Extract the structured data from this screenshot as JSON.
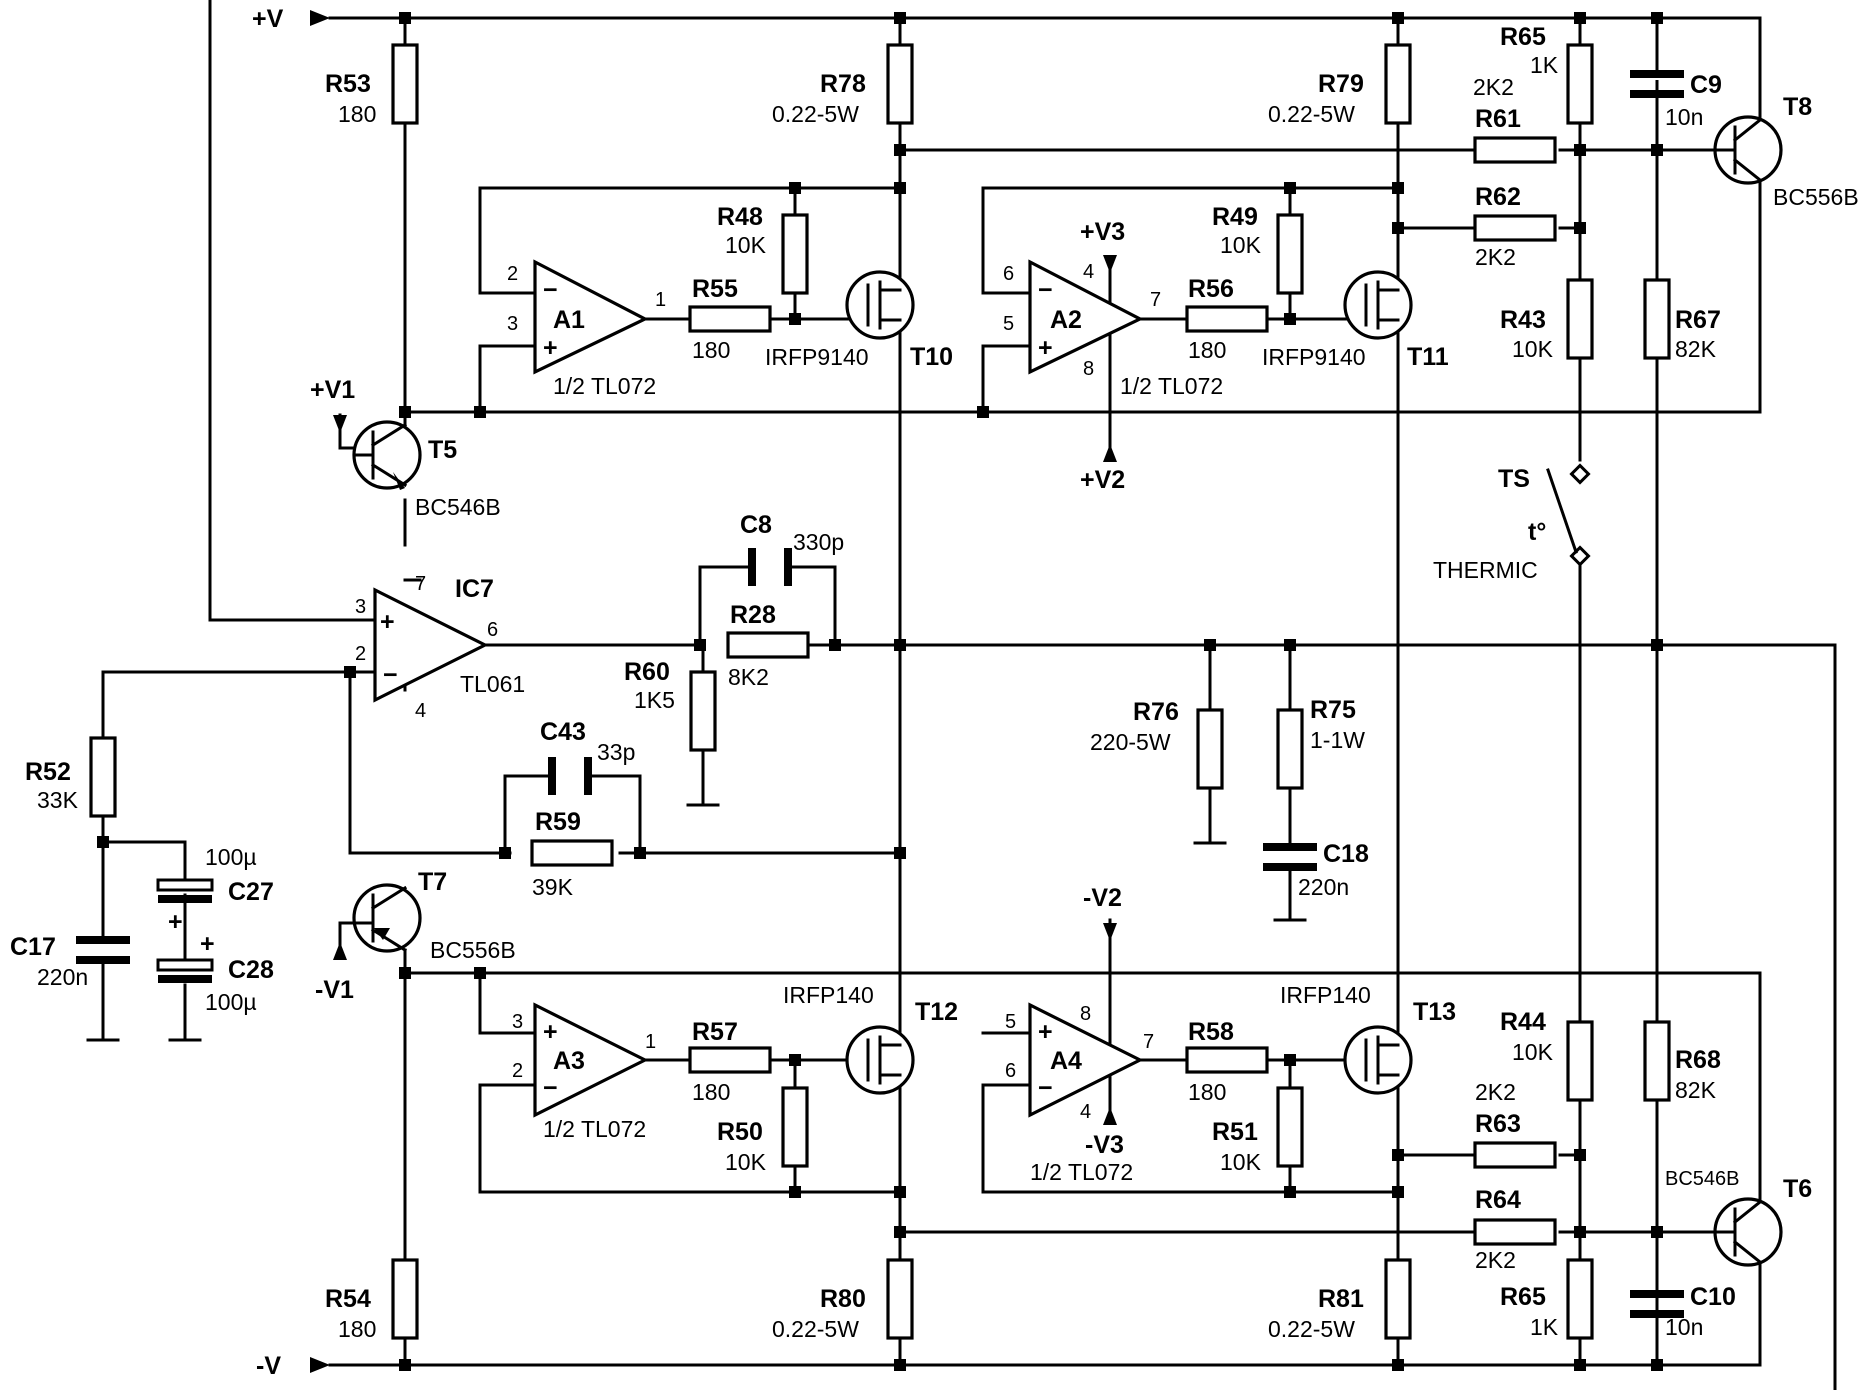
{
  "supply": {
    "pos": "+V",
    "neg": "-V",
    "pv1": "+V1",
    "nv1": "-V1",
    "pv2": "+V2",
    "nv2": "-V2",
    "pv3": "+V3",
    "nv3": "-V3"
  },
  "resistors": {
    "r53": {
      "name": "R53",
      "value": "180"
    },
    "r54": {
      "name": "R54",
      "value": "180"
    },
    "r78": {
      "name": "R78",
      "value": "0.22-5W"
    },
    "r79": {
      "name": "R79",
      "value": "0.22-5W"
    },
    "r80": {
      "name": "R80",
      "value": "0.22-5W"
    },
    "r81": {
      "name": "R81",
      "value": "0.22-5W"
    },
    "r48": {
      "name": "R48",
      "value": "10K"
    },
    "r49": {
      "name": "R49",
      "value": "10K"
    },
    "r50": {
      "name": "R50",
      "value": "10K"
    },
    "r51": {
      "name": "R51",
      "value": "10K"
    },
    "r55": {
      "name": "R55",
      "value": "180"
    },
    "r56": {
      "name": "R56",
      "value": "180"
    },
    "r57": {
      "name": "R57",
      "value": "180"
    },
    "r58": {
      "name": "R58",
      "value": "180"
    },
    "r65a": {
      "name": "R65",
      "value": "1K"
    },
    "r65b": {
      "name": "R65",
      "value": "1K"
    },
    "r61": {
      "name": "R61",
      "value": "2K2"
    },
    "r62": {
      "name": "R62",
      "value": "2K2"
    },
    "r63": {
      "name": "R63",
      "value": "2K2"
    },
    "r64": {
      "name": "R64",
      "value": "2K2"
    },
    "r43": {
      "name": "R43",
      "value": "10K"
    },
    "r44": {
      "name": "R44",
      "value": "10K"
    },
    "r67": {
      "name": "R67",
      "value": "82K"
    },
    "r68": {
      "name": "R68",
      "value": "82K"
    },
    "r28": {
      "name": "R28",
      "value": "8K2"
    },
    "r60": {
      "name": "R60",
      "value": "1K5"
    },
    "r52": {
      "name": "R52",
      "value": "33K"
    },
    "r59": {
      "name": "R59",
      "value": "39K"
    },
    "r76": {
      "name": "R76",
      "value": "220-5W"
    },
    "r75": {
      "name": "R75",
      "value": "1-1W"
    }
  },
  "capacitors": {
    "c8": {
      "name": "C8",
      "value": "330p"
    },
    "c43": {
      "name": "C43",
      "value": "33p"
    },
    "c9": {
      "name": "C9",
      "value": "10n"
    },
    "c10": {
      "name": "C10",
      "value": "10n"
    },
    "c17": {
      "name": "C17",
      "value": "220n"
    },
    "c18": {
      "name": "C18",
      "value": "220n"
    },
    "c27": {
      "name": "C27",
      "value": "100µ"
    },
    "c28": {
      "name": "C28",
      "value": "100µ"
    }
  },
  "transistors": {
    "t5": {
      "name": "T5",
      "type": "BC546B"
    },
    "t7": {
      "name": "T7",
      "type": "BC556B"
    },
    "t8": {
      "name": "T8",
      "type": "BC556B"
    },
    "t6": {
      "name": "T6",
      "type": "BC546B"
    },
    "t10": {
      "name": "T10",
      "type": "IRFP9140"
    },
    "t11": {
      "name": "T11",
      "type": "IRFP9140"
    },
    "t12": {
      "name": "T12",
      "type": "IRFP140"
    },
    "t13": {
      "name": "T13",
      "type": "IRFP140"
    }
  },
  "opamps": {
    "a1": {
      "name": "A1",
      "type": "1/2 TL072",
      "pin_inv": "2",
      "pin_noninv": "3",
      "pin_out": "1"
    },
    "a2": {
      "name": "A2",
      "type": "1/2 TL072",
      "pin_inv": "6",
      "pin_noninv": "5",
      "pin_out": "7",
      "pin_vp": "4",
      "pin_vn": "8"
    },
    "a3": {
      "name": "A3",
      "type": "1/2 TL072",
      "pin_inv": "2",
      "pin_noninv": "3",
      "pin_out": "1"
    },
    "a4": {
      "name": "A4",
      "type": "1/2 TL072",
      "pin_inv": "6",
      "pin_noninv": "5",
      "pin_out": "7",
      "pin_vp": "8",
      "pin_vn": "4"
    },
    "ic7": {
      "name": "IC7",
      "type": "TL061",
      "pin_inv": "2",
      "pin_noninv": "3",
      "pin_out": "6",
      "pin_vp": "7",
      "pin_vn": "4"
    }
  },
  "thermal_switch": {
    "name": "TS",
    "symbol": "t°",
    "label": "THERMIC"
  },
  "signs": {
    "plus": "+",
    "minus": "−"
  }
}
